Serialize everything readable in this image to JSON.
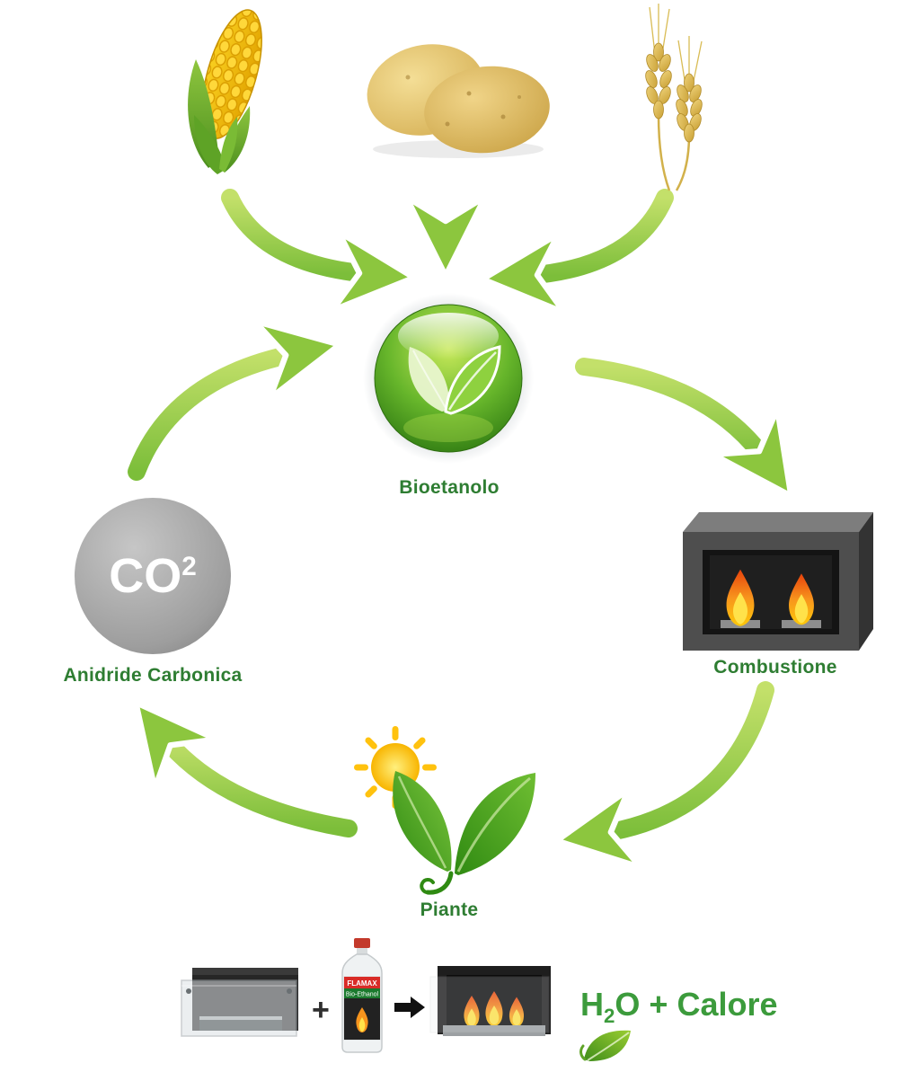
{
  "diagram": {
    "nodes": {
      "bioetanolo": {
        "label": "Bioetanolo"
      },
      "combustione": {
        "label": "Combustione"
      },
      "anidride_carbonica": {
        "label": "Anidride Carbonica",
        "formula": "CO",
        "exponent": "2"
      },
      "piante": {
        "label": "Piante"
      }
    },
    "edges": [
      {
        "from": "mais",
        "to": "bioetanolo"
      },
      {
        "from": "patate",
        "to": "bioetanolo"
      },
      {
        "from": "grano",
        "to": "bioetanolo"
      },
      {
        "from": "bioetanolo",
        "to": "combustione"
      },
      {
        "from": "combustione",
        "to": "piante"
      },
      {
        "from": "piante",
        "to": "anidride_carbonica"
      },
      {
        "from": "anidride_carbonica",
        "to": "bioetanolo"
      }
    ],
    "equation": {
      "plus": "+",
      "result_h": "H",
      "result_sub": "2",
      "result_rest": "O + Calore"
    },
    "bottle": {
      "brand": "FLAMAX",
      "product": "Bio-Ethanol"
    },
    "colors": {
      "arrow_green": "#8CC63E",
      "label_green": "#2E7D32",
      "result_green": "#3C9B3C",
      "co2_gray": "#9E9E9E",
      "flame_orange": "#F7941D"
    },
    "icons": {
      "corn": "corn-icon",
      "potatoes": "potatoes-icon",
      "wheat": "wheat-icon",
      "bioethanol_sphere": "green-leaves-sphere-icon",
      "fireplace": "fireplace-flames-icon",
      "co2_sphere": "co2-sphere-icon",
      "plant_sun": "plant-with-sun-icon",
      "fireplace_empty": "fireplace-empty-icon",
      "ethanol_bottle": "ethanol-bottle-icon",
      "fireplace_burning": "fireplace-burning-icon",
      "transform_arrow": "right-arrow-icon",
      "leaf": "leaf-icon"
    }
  }
}
